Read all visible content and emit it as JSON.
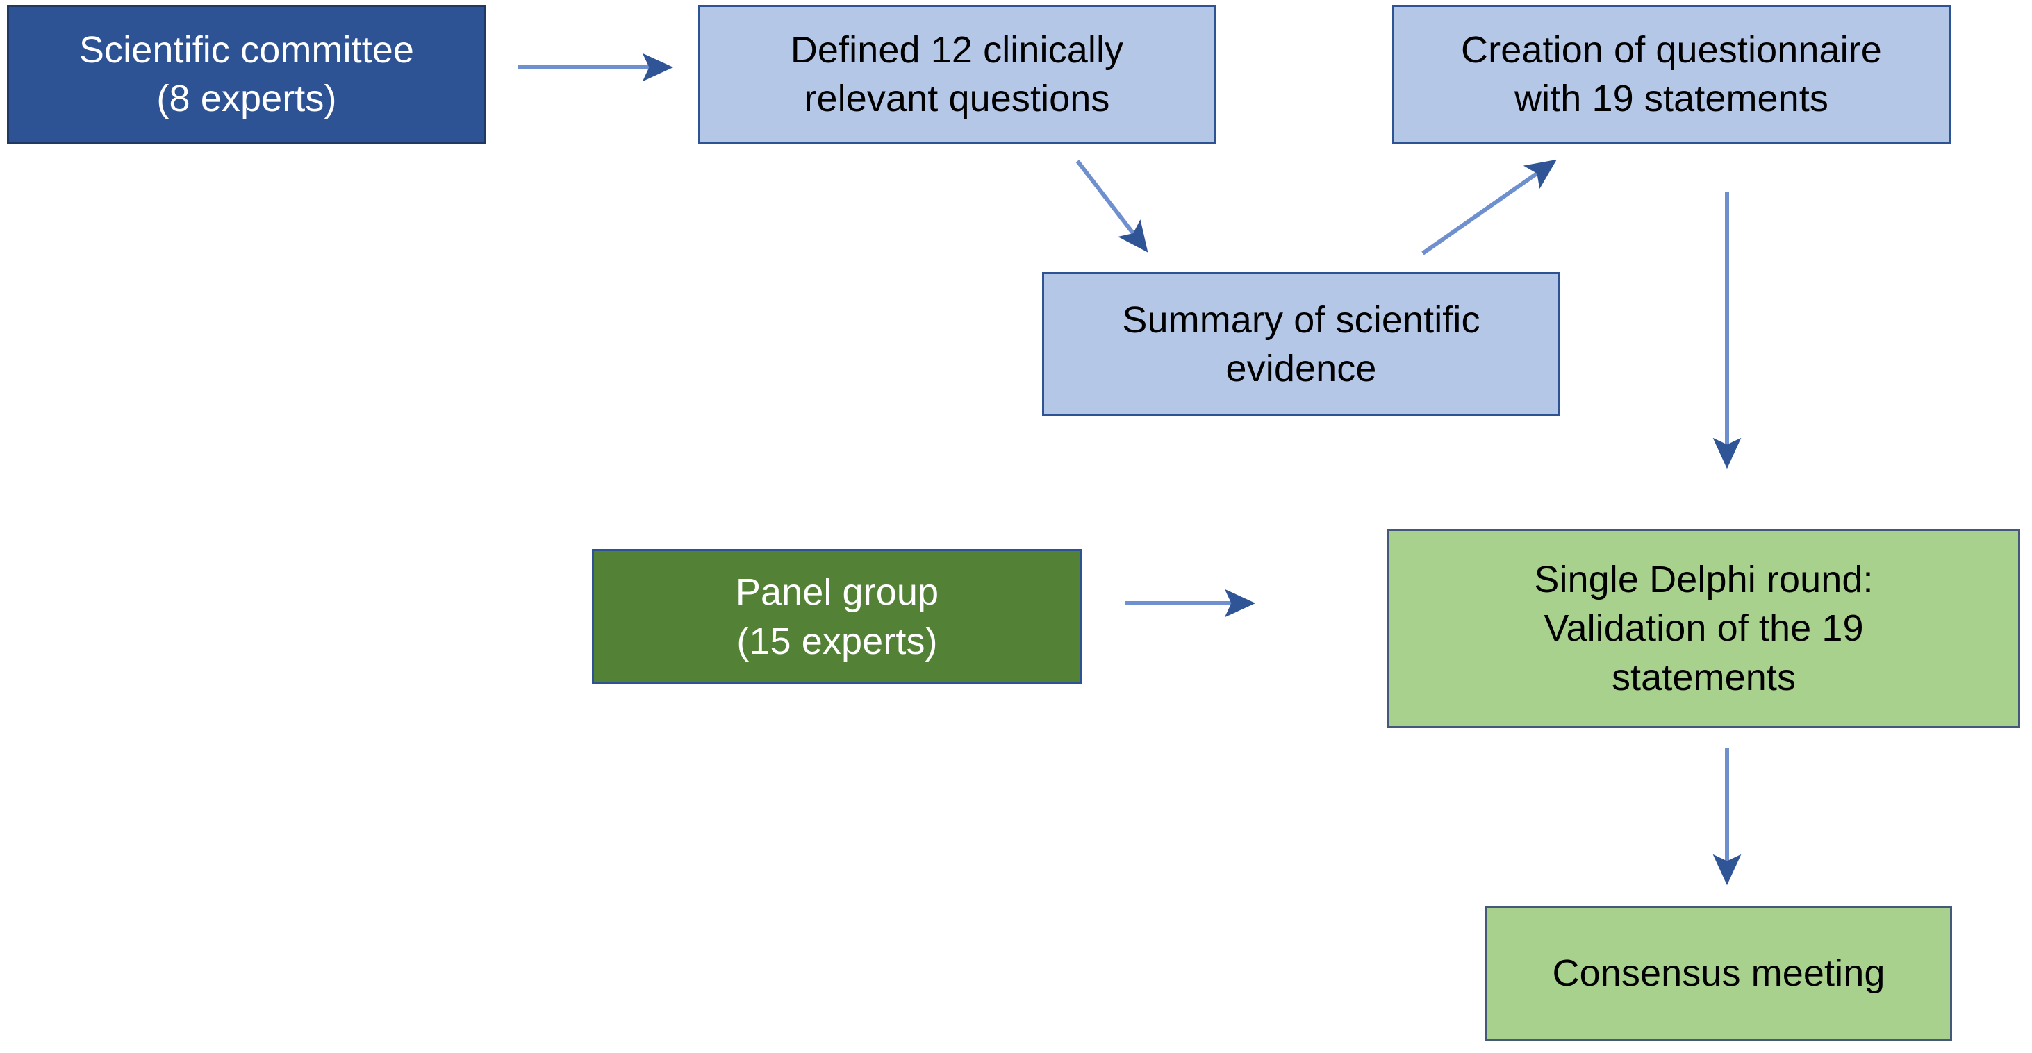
{
  "diagram": {
    "title": "Delphi consensus process flowchart",
    "colors": {
      "dark_blue": "#2E5395",
      "light_blue": "#B4C7E7",
      "dark_green": "#538135",
      "light_green": "#A9D18E",
      "arrow_blue": "#4472C4",
      "border_blue": "#2E5395",
      "text_light": "#FFFFFF",
      "text_dark": "#000000",
      "background": "#FFFFFF"
    },
    "nodes": [
      {
        "id": "scientific-committee",
        "label": "Scientific committee\n(8 experts)",
        "style": "dark-blue"
      },
      {
        "id": "defined-questions",
        "label": "Defined 12 clinically\nrelevant questions",
        "style": "light-blue"
      },
      {
        "id": "creation-questionnaire",
        "label": "Creation of questionnaire\nwith 19 statements",
        "style": "light-blue"
      },
      {
        "id": "summary-evidence",
        "label": "Summary of scientific\nevidence",
        "style": "light-blue"
      },
      {
        "id": "panel-group",
        "label": "Panel group\n(15 experts)",
        "style": "dark-green"
      },
      {
        "id": "single-delphi-round",
        "label": "Single Delphi round:\nValidation of the 19\nstatements",
        "style": "light-green"
      },
      {
        "id": "consensus-meeting",
        "label": "Consensus meeting",
        "style": "light-green"
      }
    ],
    "edges": [
      {
        "id": "edge-committee-to-questions",
        "from": "scientific-committee",
        "to": "defined-questions",
        "direction": "right"
      },
      {
        "id": "edge-questions-to-summary",
        "from": "defined-questions",
        "to": "summary-evidence",
        "direction": "down-right"
      },
      {
        "id": "edge-summary-to-questionnaire",
        "from": "summary-evidence",
        "to": "creation-questionnaire",
        "direction": "up-right"
      },
      {
        "id": "edge-questionnaire-to-delphi",
        "from": "creation-questionnaire",
        "to": "single-delphi-round",
        "direction": "down"
      },
      {
        "id": "edge-panel-to-delphi",
        "from": "panel-group",
        "to": "single-delphi-round",
        "direction": "right"
      },
      {
        "id": "edge-delphi-to-consensus",
        "from": "single-delphi-round",
        "to": "consensus-meeting",
        "direction": "down"
      }
    ]
  }
}
